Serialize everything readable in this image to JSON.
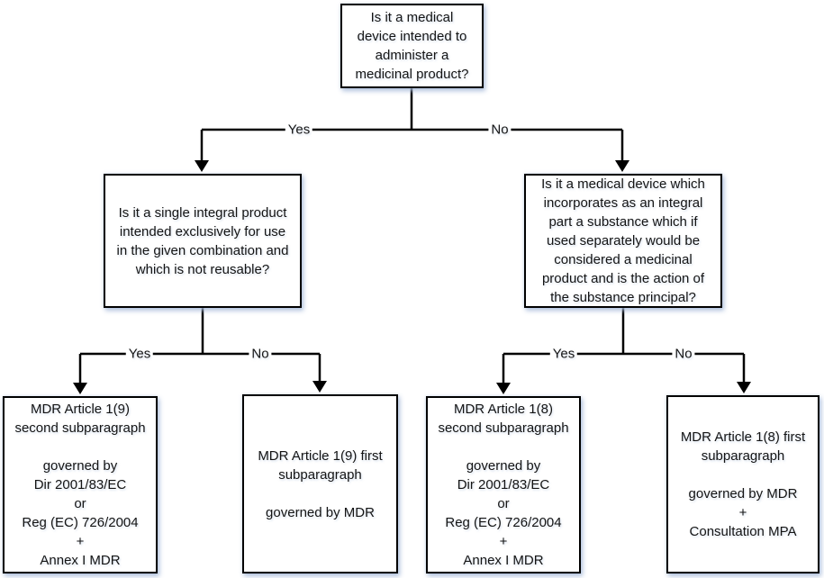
{
  "flowchart": {
    "root_question": "Is it a medical\ndevice intended to\nadminister a\nmedicinal product?",
    "left_question": "Is it a single integral product\nintended exclusively for use\nin the given combination and\nwhich is not reusable?",
    "right_question": "Is it a medical device which\nincorporates as an integral\npart a substance which if\nused separately would be\nconsidered a medicinal\nproduct and is the action of\nthe substance principal?",
    "outcome_left_yes": "MDR Article 1(9)\nsecond subparagraph\n\ngoverned by\nDir 2001/83/EC\nor\nReg (EC) 726/2004\n+\nAnnex I MDR",
    "outcome_left_no": "MDR Article 1(9) first\nsubparagraph\n\ngoverned by MDR",
    "outcome_right_yes": "MDR Article 1(8)\nsecond subparagraph\n\ngoverned by\nDir 2001/83/EC\nor\nReg (EC) 726/2004\n+\nAnnex I MDR",
    "outcome_right_no": "MDR Article 1(8) first\nsubparagraph\n\ngoverned by MDR\n+\nConsultation MPA",
    "edge_labels": {
      "root_yes": "Yes",
      "root_no": "No",
      "left_yes": "Yes",
      "left_no": "No",
      "right_yes": "Yes",
      "right_no": "No"
    }
  },
  "colors": {
    "line": "#000000",
    "box_border": "#000000",
    "box_fill": "#ffffff",
    "text": "#141414",
    "shadow_glow": "#a4b8d8"
  }
}
